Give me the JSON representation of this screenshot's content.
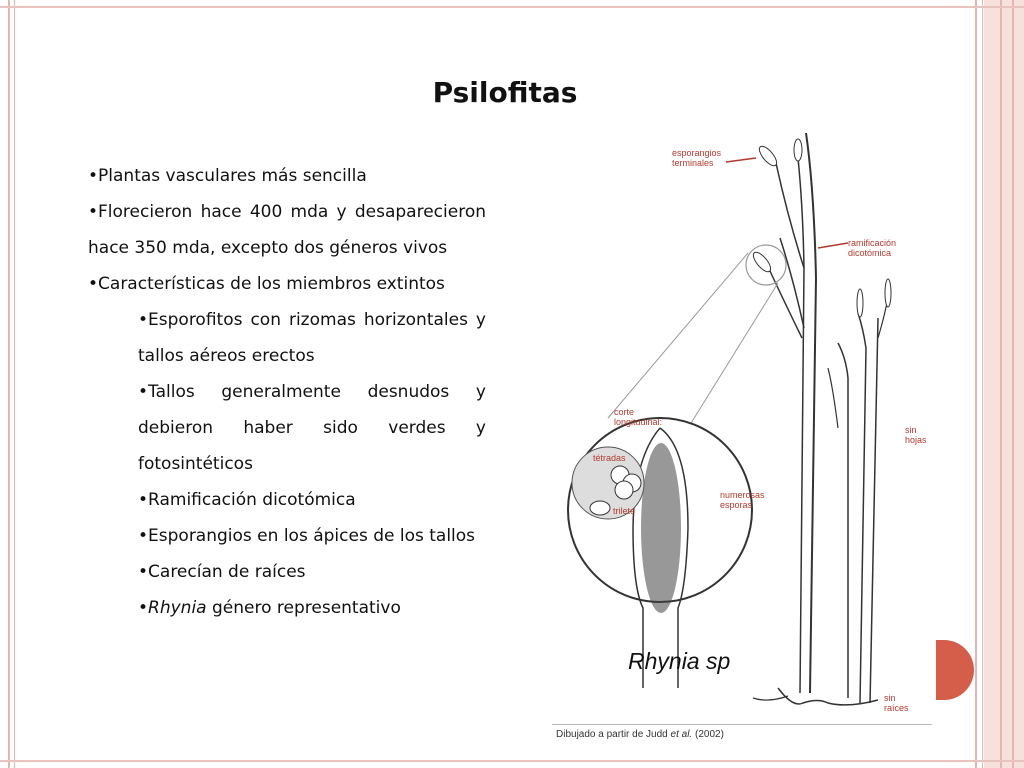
{
  "title": "Psilofitas",
  "bullets": [
    {
      "text": "Plantas vasculares más sencilla",
      "level": 1
    },
    {
      "text": "Florecieron hace 400 mda y desaparecieron hace 350 mda, excepto dos géneros vivos",
      "level": 1
    },
    {
      "text": "Características de los miembros extintos",
      "level": 1
    },
    {
      "text": "Esporofitos con rizomas horizontales y tallos aéreos erectos",
      "level": 2
    },
    {
      "text": "Tallos generalmente desnudos y debieron haber sido verdes y fotosintéticos",
      "level": 2
    },
    {
      "text": "Ramificación dicotómica",
      "level": 2
    },
    {
      "text": "Esporangios en los ápices de los tallos",
      "level": 2
    },
    {
      "text": "Carecían de raíces",
      "level": 2
    },
    {
      "text": " género representativo",
      "italic_prefix": "Rhynia",
      "level": 2
    }
  ],
  "figure": {
    "caption": "Rhynia sp",
    "credit_prefix": "Dibujado a partir de Judd ",
    "credit_italic": "et al.",
    "credit_suffix": " (2002)",
    "labels": {
      "esporangios_1": "esporangios",
      "esporangios_2": "terminales",
      "ramificacion_1": "ramificación",
      "ramificacion_2": "dicotómica",
      "sin_hojas_1": "sin",
      "sin_hojas_2": "hojas",
      "sin_raices_1": "sin",
      "sin_raices_2": "raíces",
      "corte_1": "corte",
      "corte_2": "longitudinal:",
      "tetradas": "tétradas",
      "trilete": "trilete",
      "numerosas_1": "numerosas",
      "numerosas_2": "esporas"
    }
  },
  "colors": {
    "accent": "#d45e4a",
    "frame": "#e3b7b0",
    "label": "#b43a2e"
  }
}
